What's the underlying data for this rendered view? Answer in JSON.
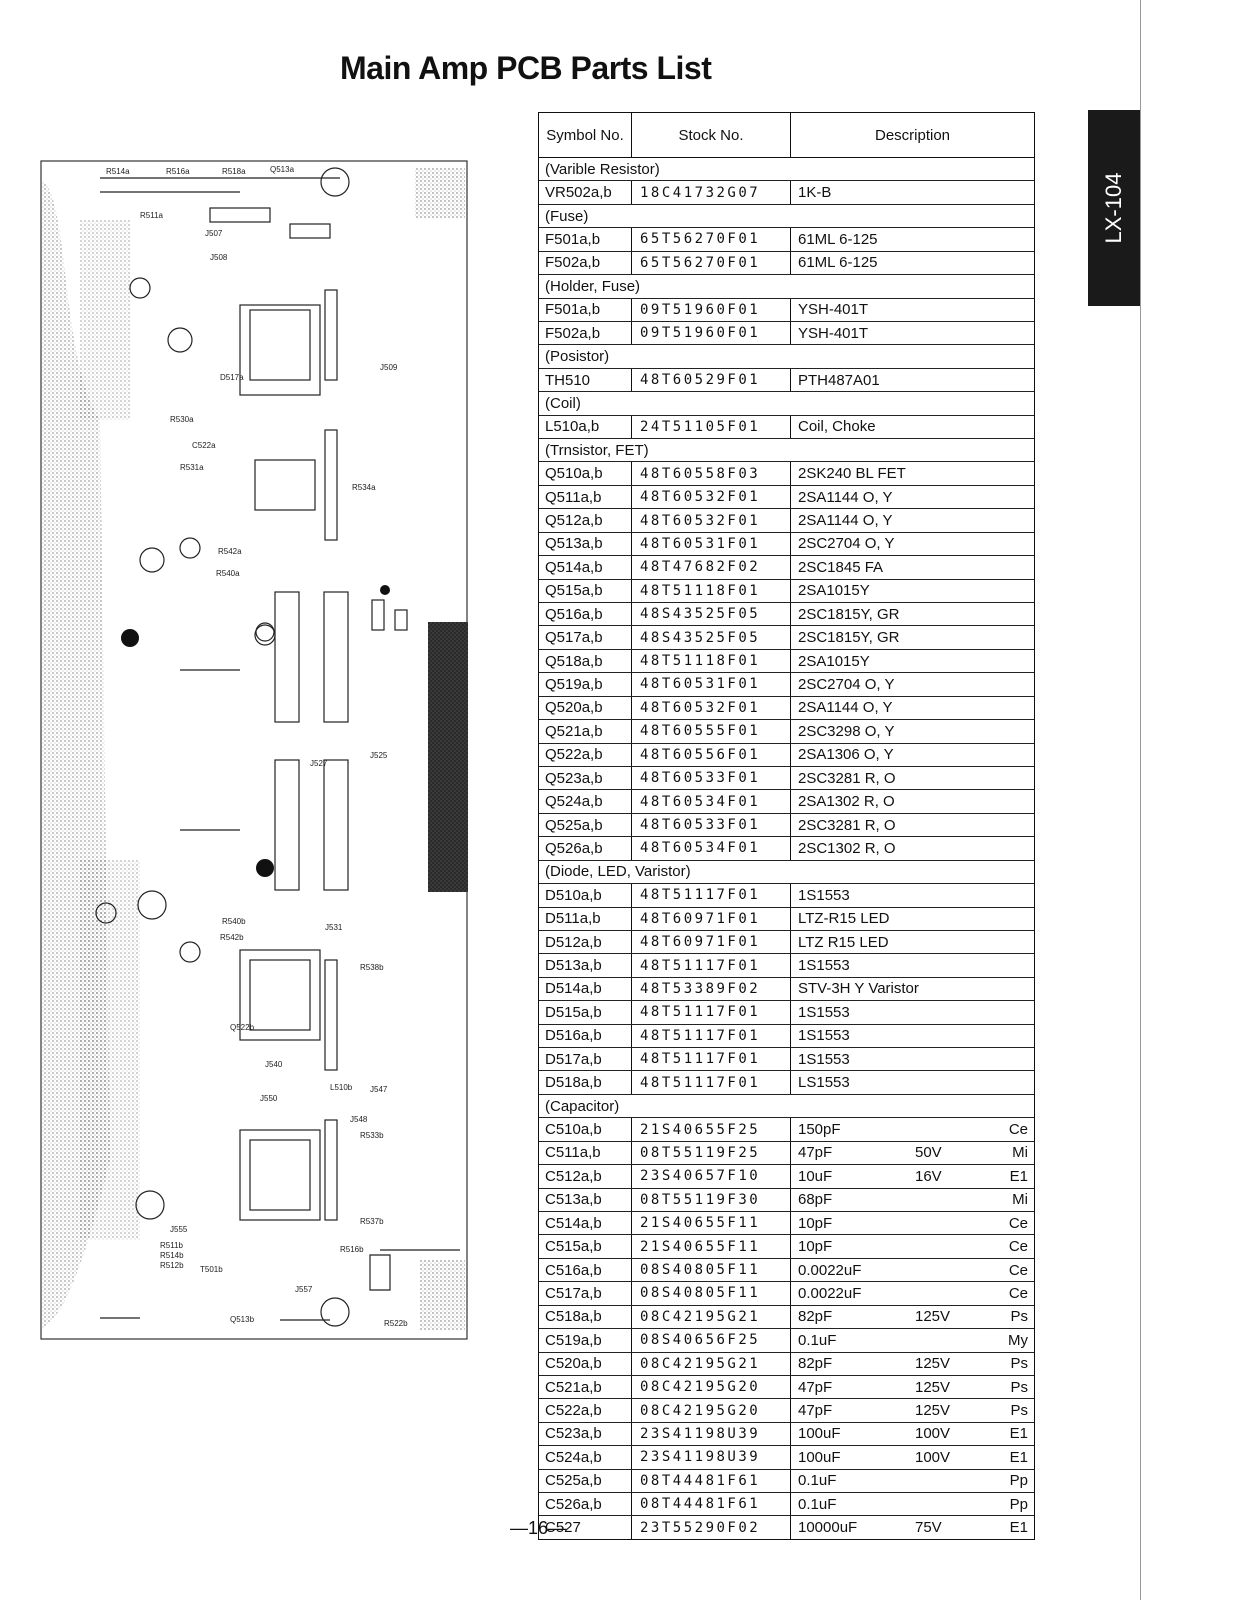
{
  "title": "Main Amp PCB Parts List",
  "side_tab": "LX-104",
  "page_number": "—16—",
  "table": {
    "headers": [
      "Symbol No.",
      "Stock No.",
      "Description"
    ],
    "rows": [
      {
        "section": "(Varible Resistor)"
      },
      {
        "sym": "VR502a,b",
        "stock": "18C41732G07",
        "desc": "1K-B",
        "volt": "",
        "type": ""
      },
      {
        "section": "(Fuse)"
      },
      {
        "sym": "F501a,b",
        "stock": "65T56270F01",
        "desc": "61ML 6-125",
        "volt": "",
        "type": ""
      },
      {
        "sym": "F502a,b",
        "stock": "65T56270F01",
        "desc": "61ML 6-125",
        "volt": "",
        "type": ""
      },
      {
        "section": "(Holder, Fuse)"
      },
      {
        "sym": "F501a,b",
        "stock": "09T51960F01",
        "desc": "YSH-401T",
        "volt": "",
        "type": ""
      },
      {
        "sym": "F502a,b",
        "stock": "09T51960F01",
        "desc": "YSH-401T",
        "volt": "",
        "type": ""
      },
      {
        "section": "(Posistor)"
      },
      {
        "sym": "TH510",
        "stock": "48T60529F01",
        "desc": "PTH487A01",
        "volt": "",
        "type": ""
      },
      {
        "section": "(Coil)"
      },
      {
        "sym": "L510a,b",
        "stock": "24T51105F01",
        "desc": "Coil, Choke",
        "volt": "",
        "type": ""
      },
      {
        "section": "(Trnsistor, FET)"
      },
      {
        "sym": "Q510a,b",
        "stock": "48T60558F03",
        "desc": "2SK240 BL FET",
        "volt": "",
        "type": ""
      },
      {
        "sym": "Q511a,b",
        "stock": "48T60532F01",
        "desc": "2SA1144 O, Y",
        "volt": "",
        "type": ""
      },
      {
        "sym": "Q512a,b",
        "stock": "48T60532F01",
        "desc": "2SA1144 O, Y",
        "volt": "",
        "type": ""
      },
      {
        "sym": "Q513a,b",
        "stock": "48T60531F01",
        "desc": "2SC2704 O, Y",
        "volt": "",
        "type": ""
      },
      {
        "sym": "Q514a,b",
        "stock": "48T47682F02",
        "desc": "2SC1845 FA",
        "volt": "",
        "type": ""
      },
      {
        "sym": "Q515a,b",
        "stock": "48T51118F01",
        "desc": "2SA1015Y",
        "volt": "",
        "type": ""
      },
      {
        "sym": "Q516a,b",
        "stock": "48S43525F05",
        "desc": "2SC1815Y, GR",
        "volt": "",
        "type": ""
      },
      {
        "sym": "Q517a,b",
        "stock": "48S43525F05",
        "desc": "2SC1815Y, GR",
        "volt": "",
        "type": ""
      },
      {
        "sym": "Q518a,b",
        "stock": "48T51118F01",
        "desc": "2SA1015Y",
        "volt": "",
        "type": ""
      },
      {
        "sym": "Q519a,b",
        "stock": "48T60531F01",
        "desc": "2SC2704 O, Y",
        "volt": "",
        "type": ""
      },
      {
        "sym": "Q520a,b",
        "stock": "48T60532F01",
        "desc": "2SA1144 O, Y",
        "volt": "",
        "type": ""
      },
      {
        "sym": "Q521a,b",
        "stock": "48T60555F01",
        "desc": "2SC3298 O, Y",
        "volt": "",
        "type": ""
      },
      {
        "sym": "Q522a,b",
        "stock": "48T60556F01",
        "desc": "2SA1306 O, Y",
        "volt": "",
        "type": ""
      },
      {
        "sym": "Q523a,b",
        "stock": "48T60533F01",
        "desc": "2SC3281 R, O",
        "volt": "",
        "type": ""
      },
      {
        "sym": "Q524a,b",
        "stock": "48T60534F01",
        "desc": "2SA1302 R, O",
        "volt": "",
        "type": ""
      },
      {
        "sym": "Q525a,b",
        "stock": "48T60533F01",
        "desc": "2SC3281 R, O",
        "volt": "",
        "type": ""
      },
      {
        "sym": "Q526a,b",
        "stock": "48T60534F01",
        "desc": "2SC1302 R, O",
        "volt": "",
        "type": ""
      },
      {
        "section": "(Diode, LED, Varistor)"
      },
      {
        "sym": "D510a,b",
        "stock": "48T51117F01",
        "desc": "1S1553",
        "volt": "",
        "type": ""
      },
      {
        "sym": "D511a,b",
        "stock": "48T60971F01",
        "desc": "LTZ-R15 LED",
        "volt": "",
        "type": ""
      },
      {
        "sym": "D512a,b",
        "stock": "48T60971F01",
        "desc": "LTZ R15 LED",
        "volt": "",
        "type": ""
      },
      {
        "sym": "D513a,b",
        "stock": "48T51117F01",
        "desc": "1S1553",
        "volt": "",
        "type": ""
      },
      {
        "sym": "D514a,b",
        "stock": "48T53389F02",
        "desc": "STV-3H Y Varistor",
        "volt": "",
        "type": ""
      },
      {
        "sym": "D515a,b",
        "stock": "48T51117F01",
        "desc": "1S1553",
        "volt": "",
        "type": ""
      },
      {
        "sym": "D516a,b",
        "stock": "48T51117F01",
        "desc": "1S1553",
        "volt": "",
        "type": ""
      },
      {
        "sym": "D517a,b",
        "stock": "48T51117F01",
        "desc": "1S1553",
        "volt": "",
        "type": ""
      },
      {
        "sym": "D518a,b",
        "stock": "48T51117F01",
        "desc": "LS1553",
        "volt": "",
        "type": ""
      },
      {
        "section": "(Capacitor)"
      },
      {
        "sym": "C510a,b",
        "stock": "21S40655F25",
        "desc": "150pF",
        "volt": "",
        "type": "Ce"
      },
      {
        "sym": "C511a,b",
        "stock": "08T55119F25",
        "desc": "47pF",
        "volt": "50V",
        "type": "Mi"
      },
      {
        "sym": "C512a,b",
        "stock": "23S40657F10",
        "desc": "10uF",
        "volt": "16V",
        "type": "E1"
      },
      {
        "sym": "C513a,b",
        "stock": "08T55119F30",
        "desc": "68pF",
        "volt": "",
        "type": "Mi"
      },
      {
        "sym": "C514a,b",
        "stock": "21S40655F11",
        "desc": "10pF",
        "volt": "",
        "type": "Ce"
      },
      {
        "sym": "C515a,b",
        "stock": "21S40655F11",
        "desc": "10pF",
        "volt": "",
        "type": "Ce"
      },
      {
        "sym": "C516a,b",
        "stock": "08S40805F11",
        "desc": "0.0022uF",
        "volt": "",
        "type": "Ce"
      },
      {
        "sym": "C517a,b",
        "stock": "08S40805F11",
        "desc": "0.0022uF",
        "volt": "",
        "type": "Ce"
      },
      {
        "sym": "C518a,b",
        "stock": "08C42195G21",
        "desc": "82pF",
        "volt": "125V",
        "type": "Ps"
      },
      {
        "sym": "C519a,b",
        "stock": "08S40656F25",
        "desc": "0.1uF",
        "volt": "",
        "type": "My"
      },
      {
        "sym": "C520a,b",
        "stock": "08C42195G21",
        "desc": "82pF",
        "volt": "125V",
        "type": "Ps"
      },
      {
        "sym": "C521a,b",
        "stock": "08C42195G20",
        "desc": "47pF",
        "volt": "125V",
        "type": "Ps"
      },
      {
        "sym": "C522a,b",
        "stock": "08C42195G20",
        "desc": "47pF",
        "volt": "125V",
        "type": "Ps"
      },
      {
        "sym": "C523a,b",
        "stock": "23S41198U39",
        "desc": "100uF",
        "volt": "100V",
        "type": "E1"
      },
      {
        "sym": "C524a,b",
        "stock": "23S41198U39",
        "desc": "100uF",
        "volt": "100V",
        "type": "E1"
      },
      {
        "sym": "C525a,b",
        "stock": "08T44481F61",
        "desc": "0.1uF",
        "volt": "",
        "type": "Pp"
      },
      {
        "sym": "C526a,b",
        "stock": "08T44481F61",
        "desc": "0.1uF",
        "volt": "",
        "type": "Pp"
      },
      {
        "sym": "C527",
        "stock": "23T55290F02",
        "desc": "10000uF",
        "volt": "75V",
        "type": "E1"
      }
    ]
  }
}
